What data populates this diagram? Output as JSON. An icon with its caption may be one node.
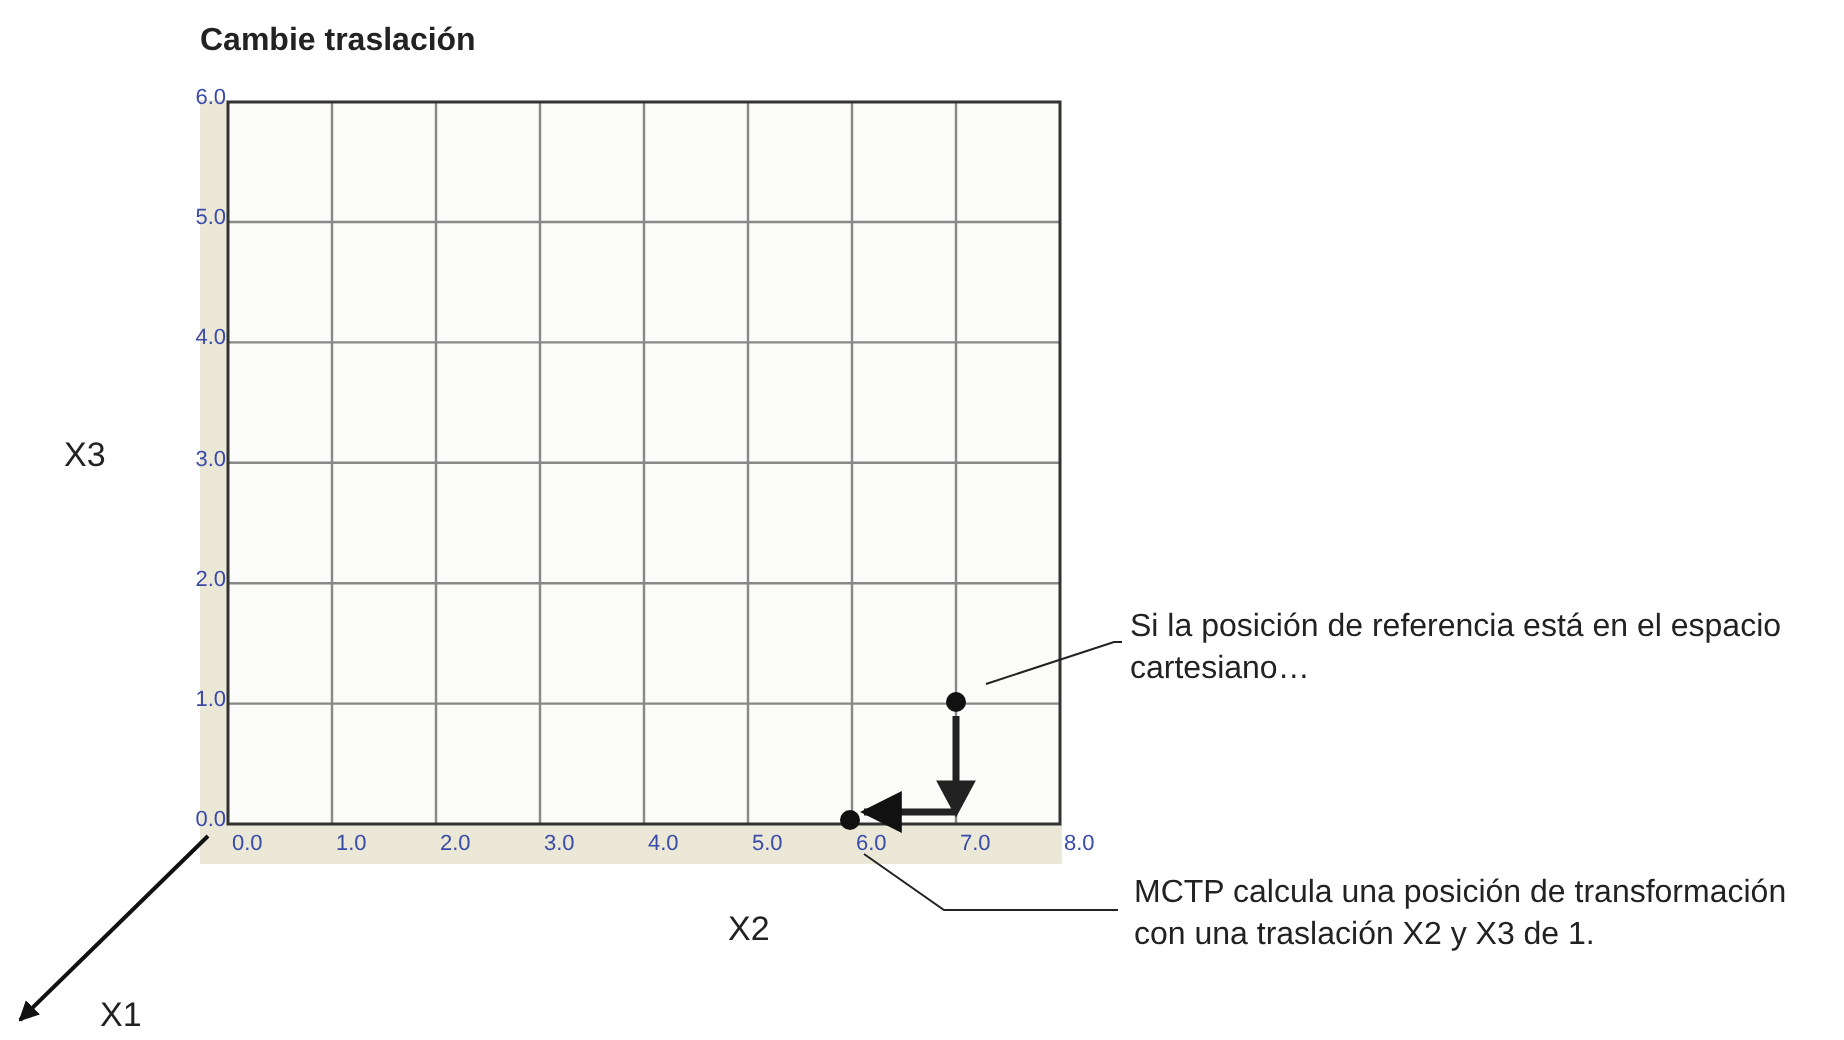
{
  "diagram": {
    "title": "Cambie traslación",
    "nodes": [
      {
        "text": [
          "Si la posición de referencia está en el espacio cartesiano…"
        ]
      },
      {
        "text": [],
        "shape": "circle"
      },
      {
        "text": [
          "MCTP calcula una posición de transformación con una traslación X2 y X3 de 1."
        ]
      },
      {
        "text": [],
        "shape": "circle"
      }
    ],
    "edges": [
      {
        "from": 0,
        "to": 1,
        "arrow": "none"
      },
      {
        "from": 1,
        "to": 3,
        "arrow": "to",
        "style": "thick"
      },
      {
        "from": 2,
        "to": 3,
        "arrow": "none"
      }
    ],
    "labels": [
      "6.0",
      "5.0",
      "4.0",
      "3.0",
      "2.0",
      "1.0",
      "0.0",
      "0.0",
      "1.0",
      "2.0",
      "3.0",
      "4.0",
      "5.0",
      "6.0",
      "7.0",
      "8.0",
      "X3",
      "X2",
      "X1"
    ]
  }
}
